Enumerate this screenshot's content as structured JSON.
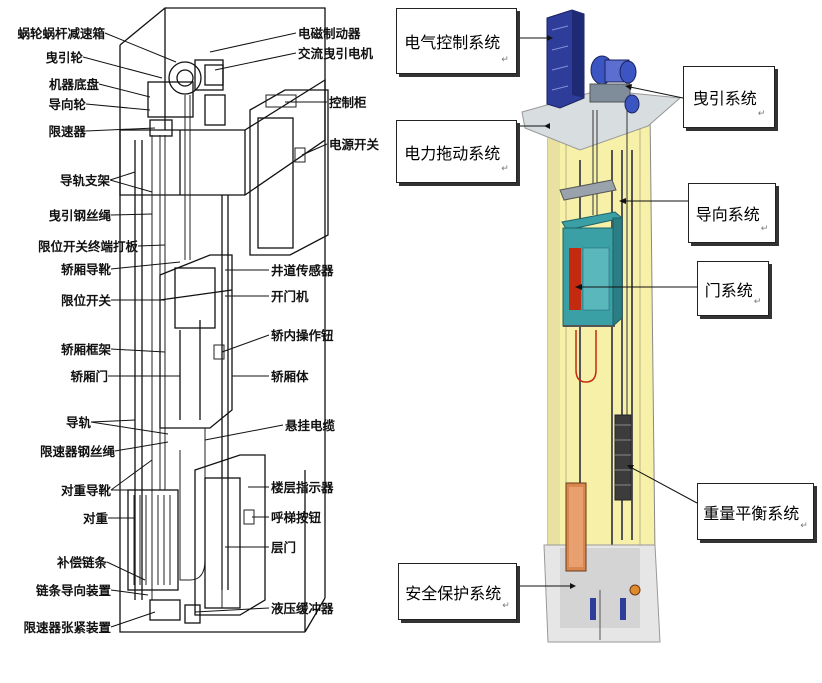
{
  "left_diagram": {
    "labels_left": [
      "蜗轮蜗杆减速箱",
      "曳引轮",
      "机器底盘",
      "导向轮",
      "限速器",
      "导轨支架",
      "曳引钢丝绳",
      "限位开关终端打板",
      "轿厢导靴",
      "限位开关",
      "轿厢框架",
      "轿厢门",
      "导轨",
      "限速器钢丝绳",
      "对重导靴",
      "对重",
      "补偿链条",
      "链条导向装置",
      "限速器张紧装置"
    ],
    "labels_right": [
      "电磁制动器",
      "交流曳引电机",
      "控制柜",
      "电源开关",
      "井道传感器",
      "开门机",
      "轿内操作钮",
      "轿厢体",
      "悬挂电缆",
      "楼层指示器",
      "呼梯按钮",
      "层门",
      "液压缓冲器"
    ]
  },
  "right_diagram": {
    "systems": [
      "电气控制系统",
      "曳引系统",
      "电力拖动系统",
      "导向系统",
      "门系统",
      "重量平衡系统",
      "安全保护系统"
    ],
    "return_mark": "↵"
  },
  "colors": {
    "shaft_yellow": "#f6f0a8",
    "machine_platform": "#d8dde0",
    "control_cabinet": "#2e3d9a",
    "motor_blue": "#3b56c2",
    "car_teal": "#3aa0a6",
    "car_door_red": "#c42a10",
    "counterweight": "#d8874f",
    "pit_gray": "#e6e6e6"
  }
}
